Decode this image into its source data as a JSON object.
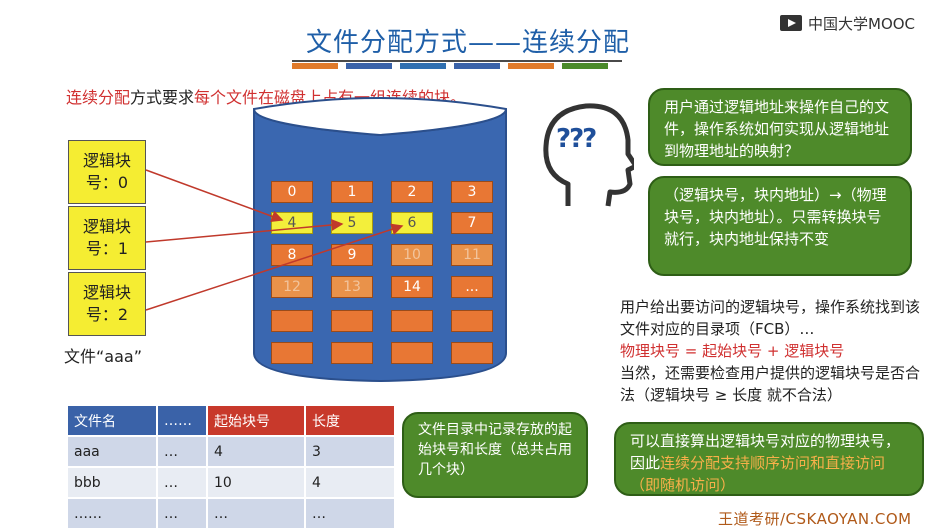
{
  "title": "文件分配方式——连续分配",
  "logo_text": "中国大学MOOC",
  "title_bar_colors": [
    "#e07a2a",
    "#3a62a8",
    "#2f6fb0",
    "#3a62a8",
    "#e07a2a",
    "#4a8a2a"
  ],
  "intro": {
    "part1": "连续分配",
    "part2": "方式要求",
    "part3": "每个文件在磁盘上占有一组连续的块。"
  },
  "logical_blocks": [
    {
      "line1": "逻辑块",
      "line2": "号：0"
    },
    {
      "line1": "逻辑块",
      "line2": "号：1"
    },
    {
      "line1": "逻辑块",
      "line2": "号：2"
    }
  ],
  "file_label": "文件“aaa”",
  "disk_cells": [
    {
      "label": "0",
      "state": "free"
    },
    {
      "label": "1",
      "state": "free"
    },
    {
      "label": "2",
      "state": "free"
    },
    {
      "label": "3",
      "state": "free"
    },
    {
      "label": "4",
      "state": "used"
    },
    {
      "label": "5",
      "state": "used"
    },
    {
      "label": "6",
      "state": "used"
    },
    {
      "label": "7",
      "state": "free"
    },
    {
      "label": "8",
      "state": "free"
    },
    {
      "label": "9",
      "state": "free"
    },
    {
      "label": "10",
      "state": "dim"
    },
    {
      "label": "11",
      "state": "dim"
    },
    {
      "label": "12",
      "state": "dim"
    },
    {
      "label": "13",
      "state": "dim"
    },
    {
      "label": "14",
      "state": "free"
    },
    {
      "label": "...",
      "state": "free"
    },
    {
      "label": "",
      "state": "free"
    },
    {
      "label": "",
      "state": "free"
    },
    {
      "label": "",
      "state": "free"
    },
    {
      "label": "",
      "state": "free"
    },
    {
      "label": "",
      "state": "free"
    },
    {
      "label": "",
      "state": "free"
    },
    {
      "label": "",
      "state": "free"
    },
    {
      "label": "",
      "state": "free"
    }
  ],
  "table": {
    "headers": [
      "文件名",
      "……",
      "起始块号",
      "长度"
    ],
    "rows": [
      [
        "aaa",
        "…",
        "4",
        "3"
      ],
      [
        "bbb",
        "…",
        "10",
        "4"
      ],
      [
        "……",
        "…",
        "…",
        "…"
      ]
    ]
  },
  "callout_table": "文件目录中记录存放的起始块号和长度（总共占用几个块）",
  "head_question_marks": "???",
  "callout_question": "用户通过逻辑地址来操作自己的文件，操作系统如何实现从逻辑地址到物理地址的映射？",
  "callout_answer": "（逻辑块号，块内地址）→（物理块号，块内地址）。只需转换块号就行，块内地址保持不变",
  "explain": {
    "line1": "用户给出要访问的逻辑块号，操作系统找到该文件对应的目录项（FCB）…",
    "formula": "物理块号 = 起始块号 + 逻辑块号",
    "line3": "当然，还需要检查用户提供的逻辑块号是否合法（逻辑块号 ≥ 长度 就不合法）"
  },
  "callout_bottom": {
    "plain": "可以直接算出逻辑块号对应的物理块号，因此",
    "highlight": "连续分配支持顺序访问和直接访问（即随机访问）"
  },
  "footer": "王道考研/CSKAOYAN.COM"
}
